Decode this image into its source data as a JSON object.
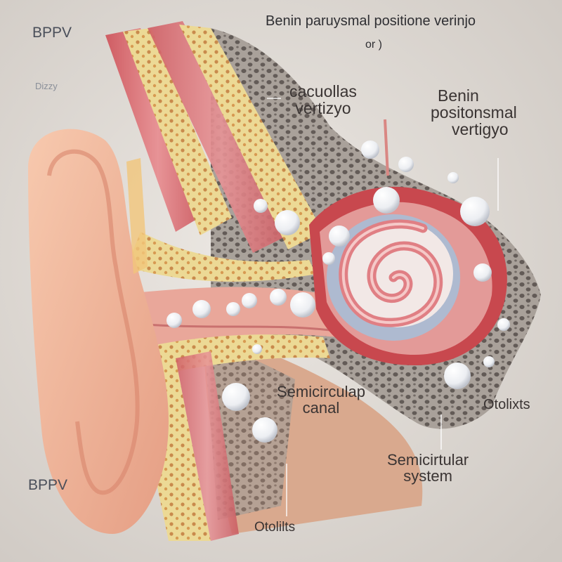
{
  "labels": {
    "bppv_top": "BPPV",
    "dizzy": "Dizzy",
    "title_line1": "Benin paruysmal positione verinjo",
    "title_line2": "or )",
    "cacuollas_line1": "cacuollas",
    "cacuollas_line2": "vertizyo",
    "benin_line1": "Benin",
    "benin_line2": "positonsmal",
    "benin_line3": "vertigyo",
    "semicircular_canal_line1": "Semicirculap",
    "semicircular_canal_line2": "canal",
    "otoliths_right": "Otolixts",
    "semicircular_system_line1": "Semicirtular",
    "semicircular_system_line2": "system",
    "bppv_bottom": "BPPV",
    "otoliths_bottom": "Otolilts"
  },
  "colors": {
    "background": "#d9d4cf",
    "skin": "#f0b79a",
    "muscle": "#d8767a",
    "bone_yellow": "#e9d48a",
    "spongy_bone": "#9b938d",
    "otolith": "#f4f4f6",
    "cochlea_blue": "#aebad0",
    "cochlea_pink": "#e69a9c"
  }
}
